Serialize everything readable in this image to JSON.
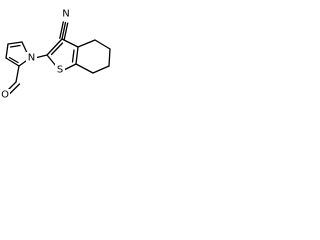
{
  "molecule": {
    "atoms": {
      "nitrile_n": "N",
      "pyrrole_n": "N",
      "thiophene_s": "S",
      "aldehyde_o": "O"
    }
  },
  "colors": {
    "bond": "#000000",
    "label": "#000000",
    "background": "#ffffff"
  }
}
